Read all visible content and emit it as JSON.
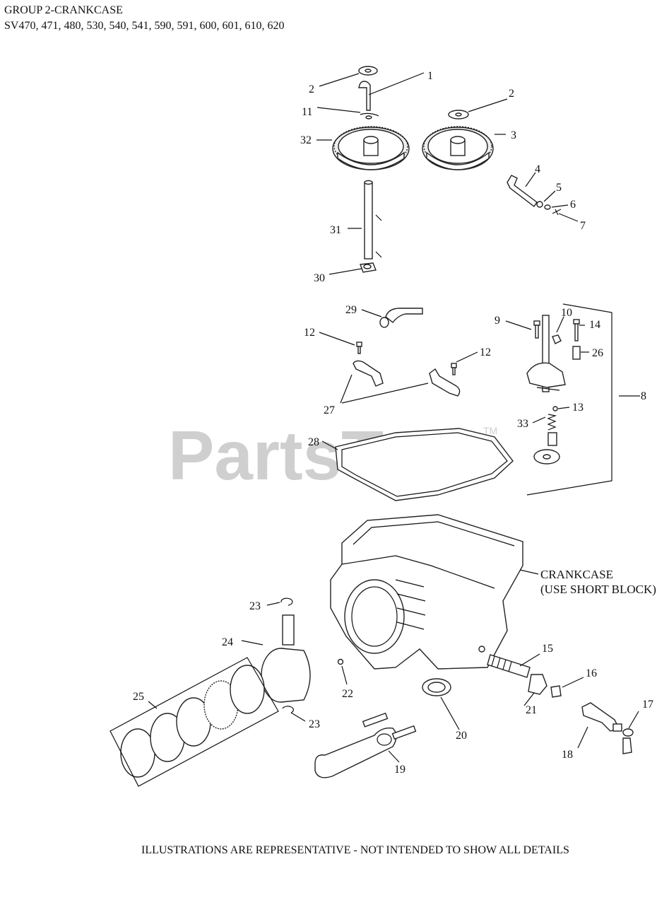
{
  "header": {
    "line1": "GROUP 2-CRANKCASE",
    "line2": "SV470, 471, 480, 530, 540, 541, 590, 591, 600, 601, 610, 620"
  },
  "watermark": {
    "text": "PartsTree",
    "trademark": "TM"
  },
  "callouts": {
    "crankcase_line1": "CRANKCASE",
    "crankcase_line2": "(USE SHORT BLOCK)"
  },
  "footer": "ILLUSTRATIONS ARE REPRESENTATIVE - NOT INTENDED TO SHOW ALL DETAILS",
  "labels": [
    {
      "id": "p1",
      "text": "1"
    },
    {
      "id": "p2a",
      "text": "2"
    },
    {
      "id": "p2b",
      "text": "2"
    },
    {
      "id": "p3",
      "text": "3"
    },
    {
      "id": "p4",
      "text": "4"
    },
    {
      "id": "p5",
      "text": "5"
    },
    {
      "id": "p6",
      "text": "6"
    },
    {
      "id": "p7",
      "text": "7"
    },
    {
      "id": "p8",
      "text": "8"
    },
    {
      "id": "p9",
      "text": "9"
    },
    {
      "id": "p10",
      "text": "10"
    },
    {
      "id": "p11",
      "text": "11"
    },
    {
      "id": "p12a",
      "text": "12"
    },
    {
      "id": "p12b",
      "text": "12"
    },
    {
      "id": "p13",
      "text": "13"
    },
    {
      "id": "p14",
      "text": "14"
    },
    {
      "id": "p15",
      "text": "15"
    },
    {
      "id": "p16",
      "text": "16"
    },
    {
      "id": "p17",
      "text": "17"
    },
    {
      "id": "p18",
      "text": "18"
    },
    {
      "id": "p19",
      "text": "19"
    },
    {
      "id": "p20",
      "text": "20"
    },
    {
      "id": "p21",
      "text": "21"
    },
    {
      "id": "p22",
      "text": "22"
    },
    {
      "id": "p23a",
      "text": "23"
    },
    {
      "id": "p23b",
      "text": "23"
    },
    {
      "id": "p24",
      "text": "24"
    },
    {
      "id": "p25",
      "text": "25"
    },
    {
      "id": "p26",
      "text": "26"
    },
    {
      "id": "p27",
      "text": "27"
    },
    {
      "id": "p28",
      "text": "28"
    },
    {
      "id": "p29",
      "text": "29"
    },
    {
      "id": "p30",
      "text": "30"
    },
    {
      "id": "p31",
      "text": "31"
    },
    {
      "id": "p32",
      "text": "32"
    },
    {
      "id": "p33",
      "text": "33"
    }
  ]
}
